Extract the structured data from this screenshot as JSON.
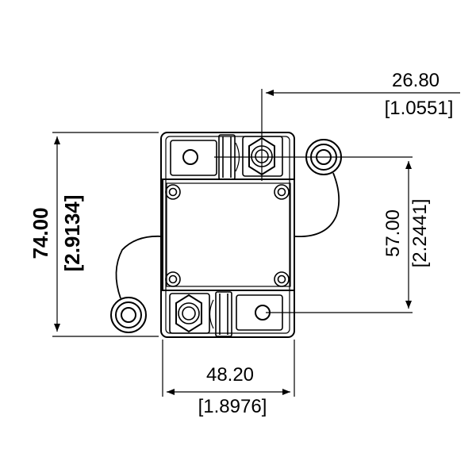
{
  "dimensions": {
    "top_offset": {
      "mm": "26.80",
      "inch": "[1.0551]"
    },
    "height": {
      "mm": "74.00",
      "inch": "[2.9134]"
    },
    "stud_spacing": {
      "mm": "57.00",
      "inch": "[2.2441]"
    },
    "width": {
      "mm": "48.20",
      "inch": "[1.8976]"
    }
  },
  "colors": {
    "line": "#000000",
    "background": "#ffffff"
  }
}
